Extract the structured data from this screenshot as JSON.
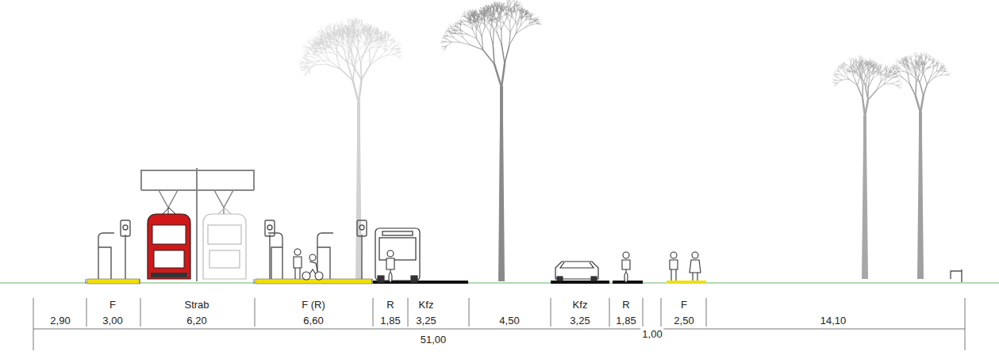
{
  "diagram": {
    "labels": [
      "F",
      "Strab",
      "F (R)",
      "R",
      "Kfz",
      "Kfz",
      "R",
      "F",
      "2,90",
      "3,00",
      "6,20",
      "6,60",
      "1,85",
      "3,25",
      "4,50",
      "3,25",
      "1,85",
      "1,00",
      "2,50",
      "14,10",
      "51,00"
    ]
  }
}
